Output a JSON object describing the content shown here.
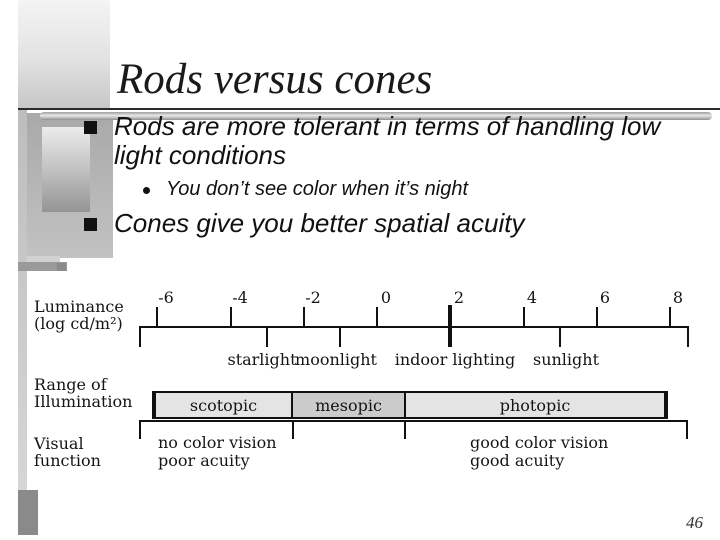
{
  "slide": {
    "title": "Rods versus cones",
    "page_number": "46",
    "bullets": {
      "b1": "Rods are more tolerant in terms of handling low light conditions",
      "sub1": "You don’t see color when it’s night",
      "b2": "Cones give you better spatial acuity"
    }
  },
  "diagram": {
    "row_labels": {
      "luminance_line1": "Luminance",
      "luminance_line2": "(log cd/m²)",
      "range_line1": "Range of",
      "range_line2": "Illumination",
      "visual_line1": "Visual",
      "visual_line2": "function"
    },
    "axis": {
      "tick_labels": [
        "-6",
        "-4",
        "-2",
        "0",
        "2",
        "4",
        "6",
        "8"
      ]
    },
    "light_sources": [
      "starlight",
      "moonlight",
      "indoor lighting",
      "sunlight"
    ],
    "ranges": [
      "scotopic",
      "mesopic",
      "photopic"
    ],
    "functions": {
      "scotopic_line1": "no color vision",
      "scotopic_line2": "poor acuity",
      "photopic_line1": "good color vision",
      "photopic_line2": "good acuity"
    }
  }
}
